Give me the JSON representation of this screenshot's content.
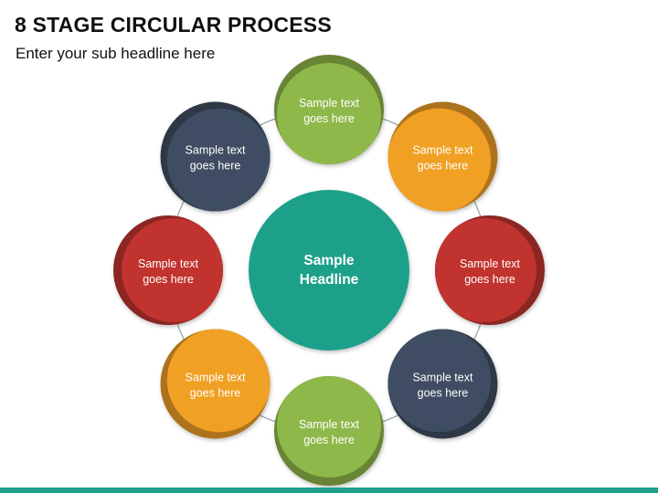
{
  "title": "8 STAGE CIRCULAR PROCESS",
  "subtitle": "Enter your sub headline here",
  "center": {
    "lines": [
      "Sample",
      "Headline"
    ],
    "color": "#1fa08a"
  },
  "colors": {
    "green": "#8fb84a",
    "orange": "#f0a024",
    "red": "#c1332f",
    "navy": "#3f4d63",
    "ring": "#8aa09a",
    "footer": "#1fa08a"
  },
  "stages": [
    {
      "lines": [
        "Sample text",
        "goes here"
      ],
      "color": "green"
    },
    {
      "lines": [
        "Sample text",
        "goes here"
      ],
      "color": "orange"
    },
    {
      "lines": [
        "Sample text",
        "goes here"
      ],
      "color": "red"
    },
    {
      "lines": [
        "Sample text",
        "goes here"
      ],
      "color": "navy"
    },
    {
      "lines": [
        "Sample text",
        "goes here"
      ],
      "color": "green"
    },
    {
      "lines": [
        "Sample text",
        "goes here"
      ],
      "color": "orange"
    },
    {
      "lines": [
        "Sample text",
        "goes here"
      ],
      "color": "red"
    },
    {
      "lines": [
        "Sample text",
        "goes here"
      ],
      "color": "navy"
    }
  ]
}
